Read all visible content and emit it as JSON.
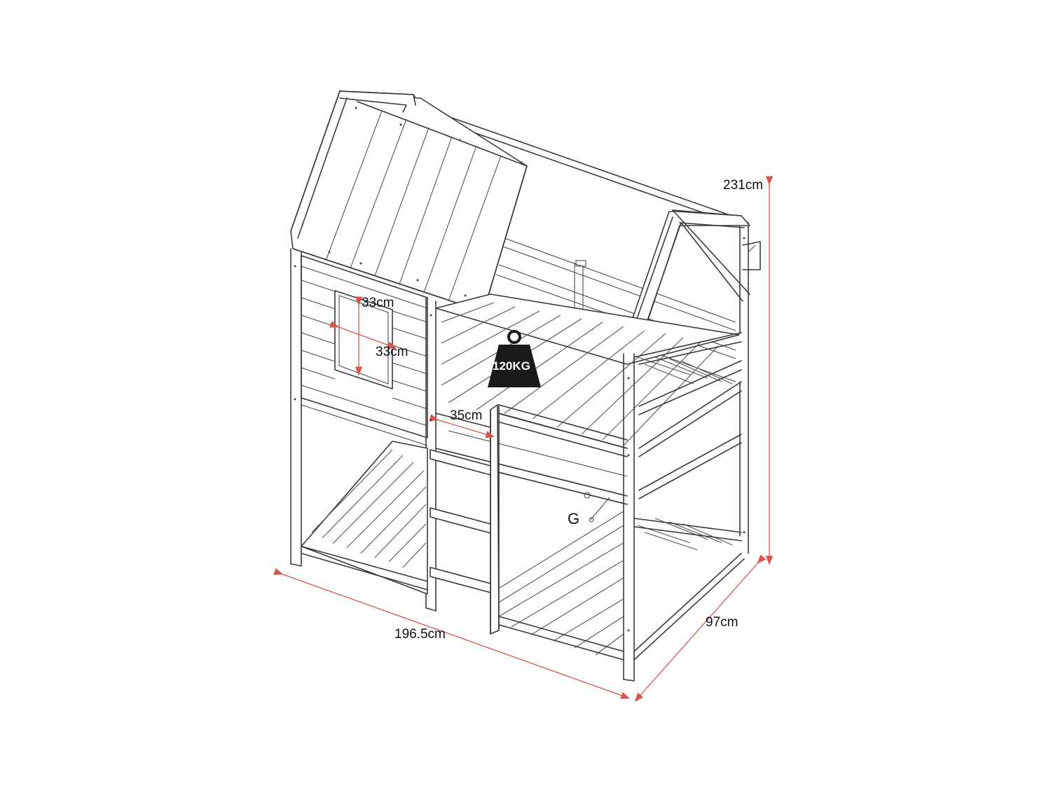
{
  "dimensions": {
    "height": "231cm",
    "length": "196.5cm",
    "width": "97cm",
    "window_width": "33cm",
    "window_height": "33cm",
    "ladder_gap": "35cm"
  },
  "weight_limit": "120KG",
  "marker_letter": "G",
  "colors": {
    "dimension_line": "#d9534f",
    "outline": "#3a3a3a",
    "weight_icon": "#1a1a1a"
  }
}
